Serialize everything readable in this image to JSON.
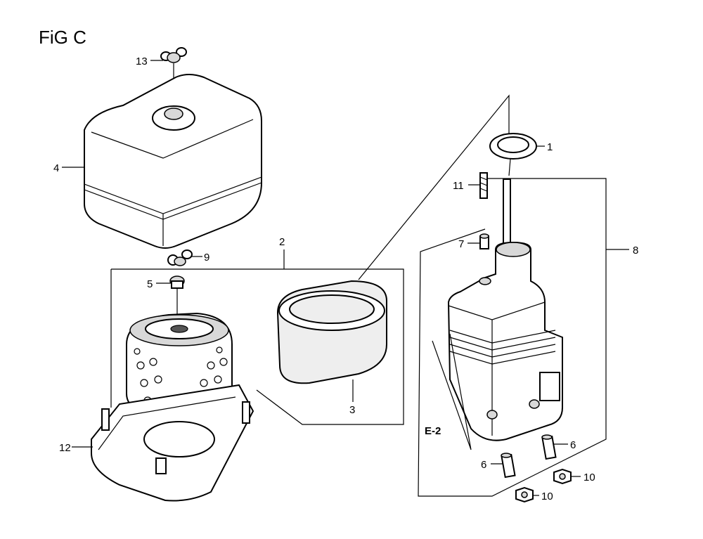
{
  "figure": {
    "title": "FiG C"
  },
  "callouts": {
    "p1": "1",
    "p2": "2",
    "p3": "3",
    "p4": "4",
    "p5": "5",
    "p6a": "6",
    "p6b": "6",
    "p7": "7",
    "p8": "8",
    "p9": "9",
    "p10a": "10",
    "p10b": "10",
    "p11": "11",
    "p12": "12",
    "p13": "13"
  },
  "reference": {
    "label": "E-2"
  }
}
